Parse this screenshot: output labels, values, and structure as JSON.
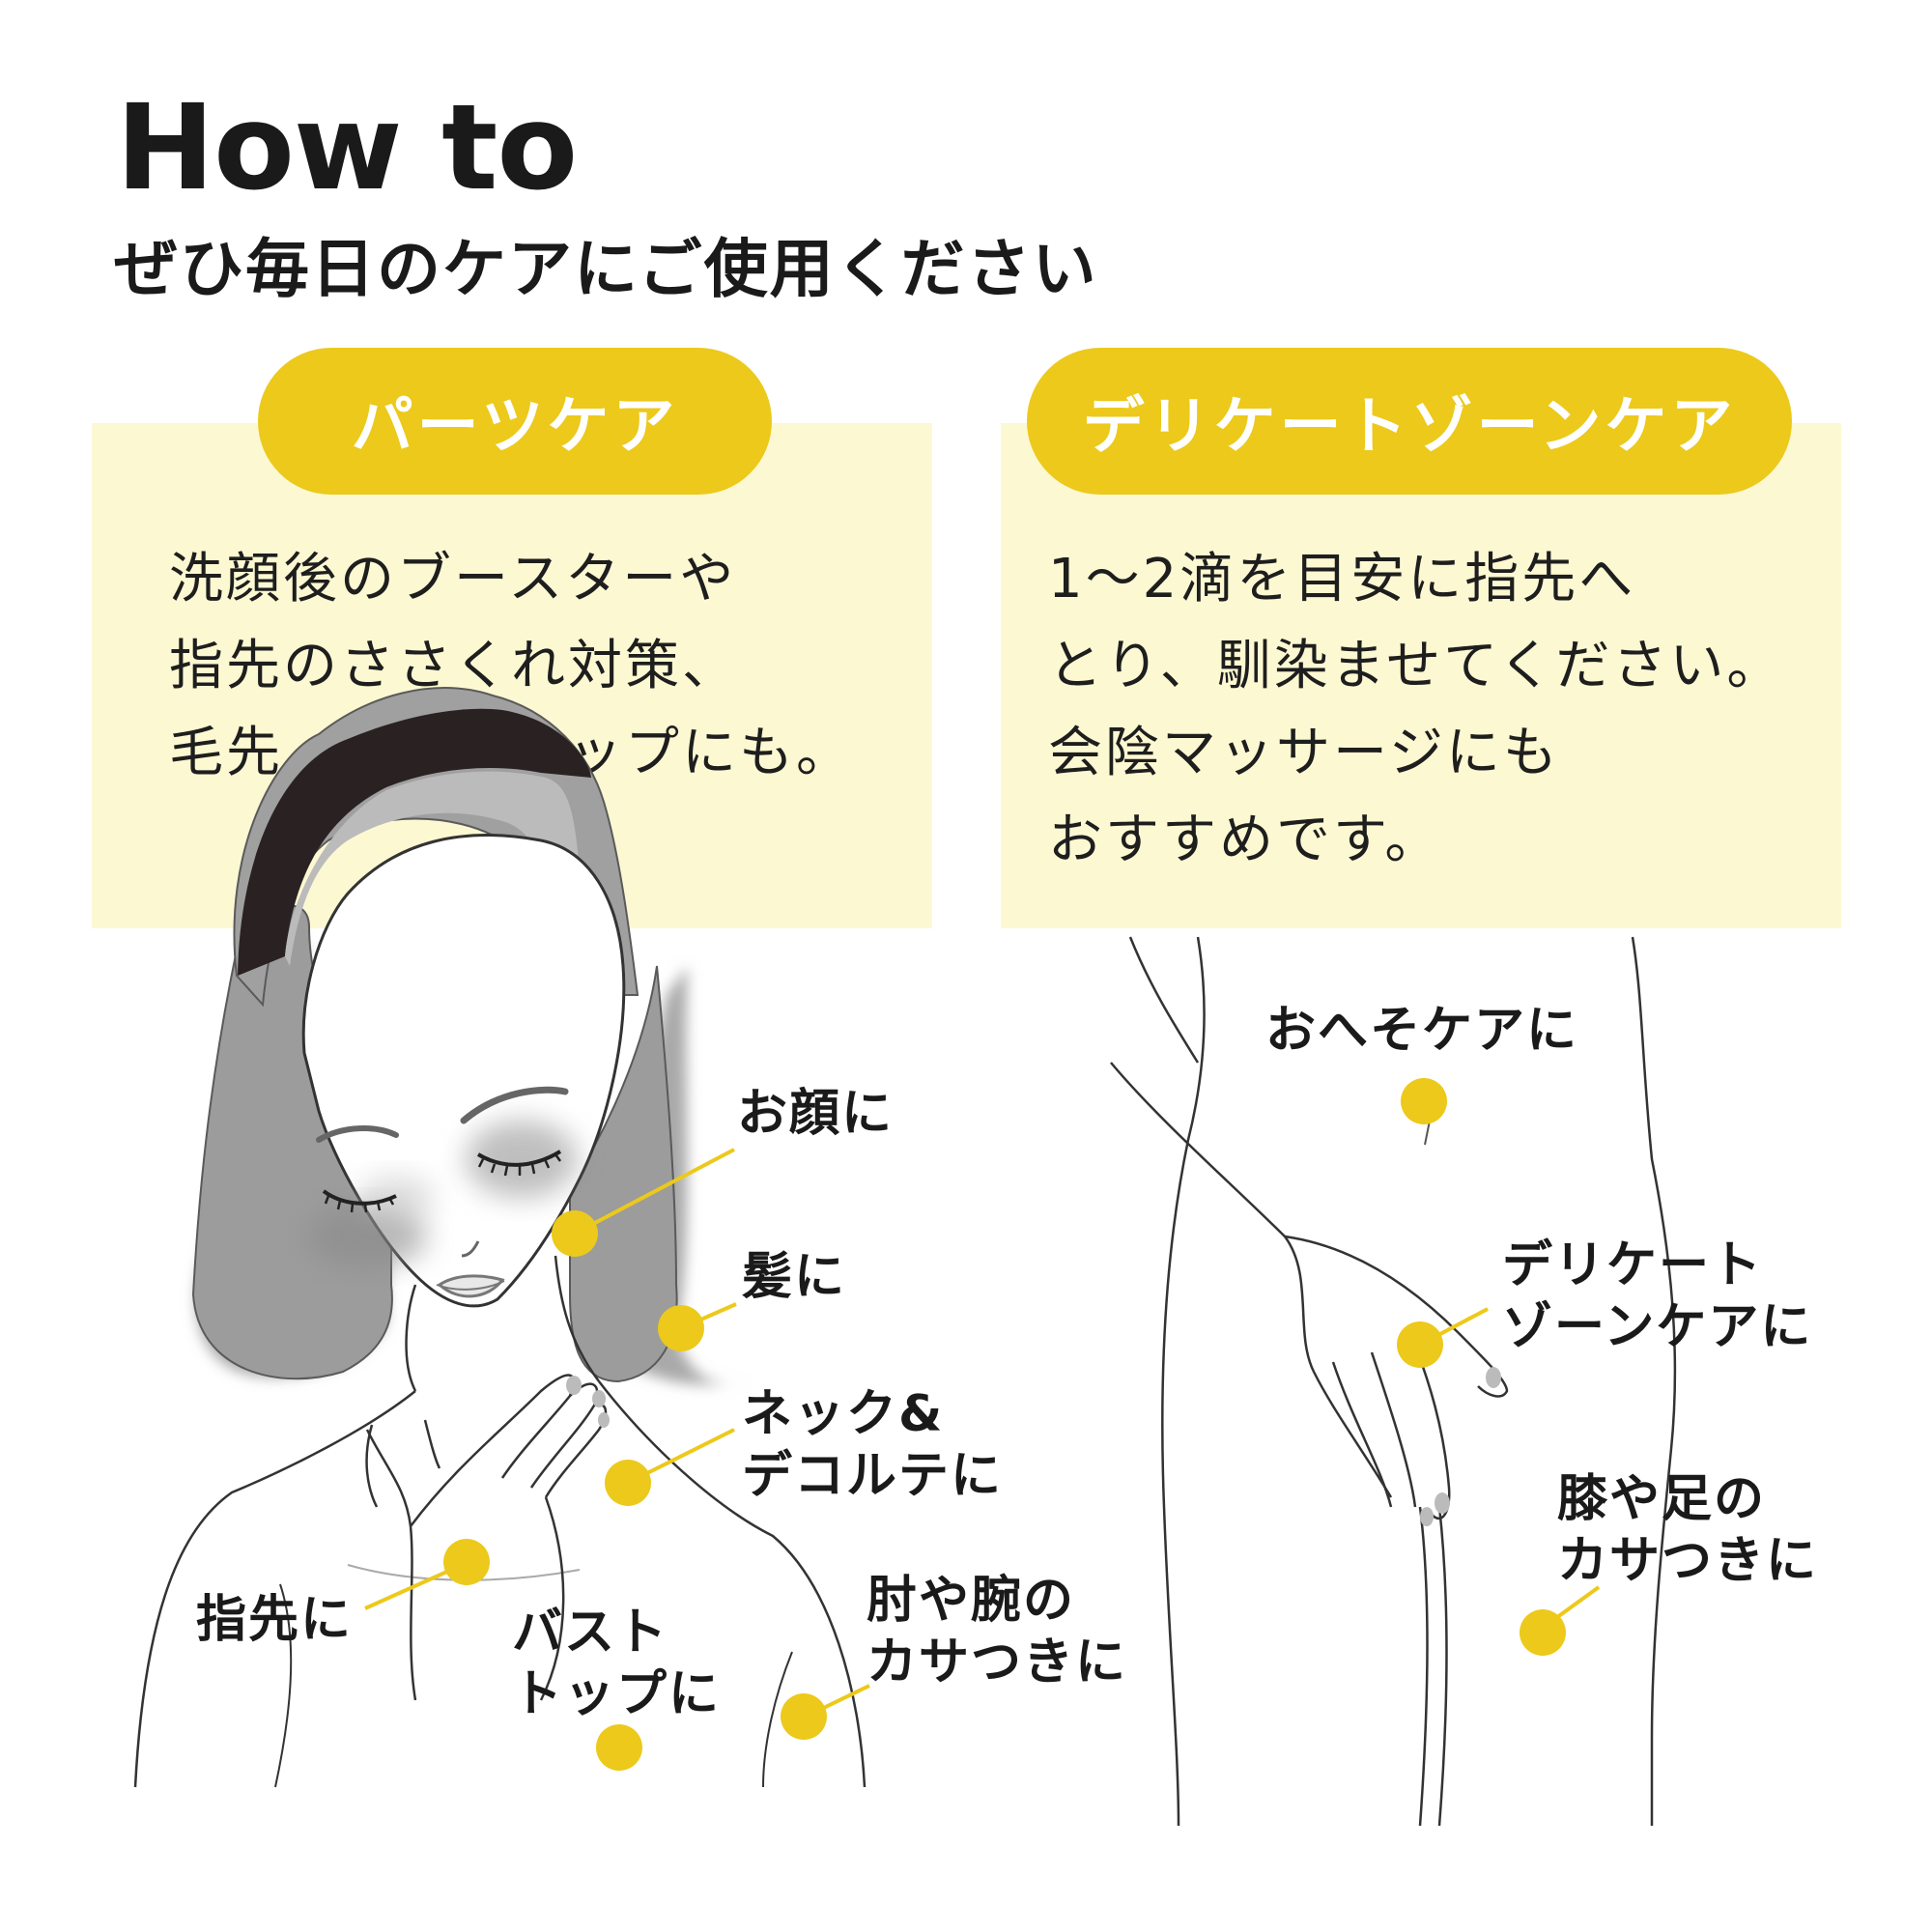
{
  "header": {
    "title": "How to",
    "subtitle": "ぜひ毎日のケアにご使用ください"
  },
  "parts_care": {
    "heading": "パーツケア",
    "description": [
      "洗顔後のブースターや",
      "指先のささくれ対策、",
      "毛先、バストトップにも。"
    ],
    "labels": {
      "face": "お顔に",
      "hair": "髪に",
      "neck": [
        "ネック&",
        "デコルテに"
      ],
      "fingertips": "指先に",
      "bust": [
        "バスト",
        "トップに"
      ],
      "elbow": [
        "肘や腕の",
        "カサつきに"
      ]
    }
  },
  "delicate_care": {
    "heading": "デリケートゾーンケア",
    "description": [
      "1〜2滴を目安に指先へ",
      "とり、馴染ませてください。",
      "会陰マッサージにも",
      "おすすめです。"
    ],
    "labels": {
      "navel": "おへそケアに",
      "delicate": [
        "デリケート",
        "ゾーンケアに"
      ],
      "knee": [
        "膝や足の",
        "カサつきに"
      ]
    }
  },
  "colors": {
    "accent": "#ecc91b",
    "panel": "#fcf8d2",
    "text": "#1a1a1a",
    "pill_text": "#ffffff",
    "hair_gray": "#9c9c9c",
    "headband": "#2a2222"
  }
}
